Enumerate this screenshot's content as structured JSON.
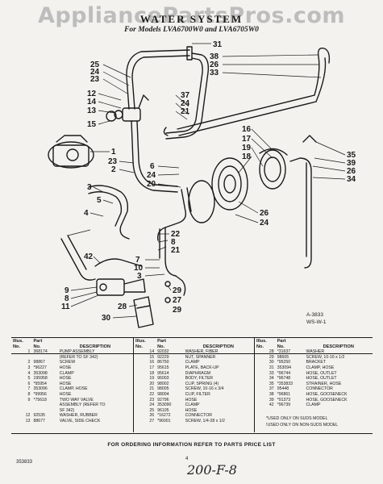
{
  "watermark": "AppliancePartsPros.com",
  "title": "WATER SYSTEM",
  "subtitle": "For Models LVA6700W0 and LVA6705W0",
  "callouts": [
    "31",
    "25",
    "24",
    "23",
    "38",
    "26",
    "33",
    "12",
    "14",
    "13",
    "15",
    "37",
    "24",
    "21",
    "16",
    "17",
    "19",
    "18",
    "1",
    "23",
    "2",
    "3",
    "5",
    "4",
    "35",
    "39",
    "26",
    "34",
    "6",
    "24",
    "20",
    "26",
    "24",
    "22",
    "8",
    "21",
    "7",
    "10",
    "3",
    "42",
    "9",
    "8",
    "11",
    "28",
    "30",
    "29",
    "27",
    "29"
  ],
  "reference": {
    "line1": "A-3833",
    "line2": "WS-W-1"
  },
  "table": {
    "headers": {
      "illus": "Illus.",
      "no": "No.",
      "part": "Part",
      "desc": "DESCRIPTION"
    },
    "col1": [
      {
        "n": "1",
        "p": "368174",
        "d": "PUMP ASSEMBLY"
      },
      {
        "n": "",
        "p": "",
        "d": "(REFER TO SF 342)"
      },
      {
        "n": "2",
        "p": "98867",
        "d": "SCREW"
      },
      {
        "n": "3",
        "p": "*96227",
        "d": "HOSE"
      },
      {
        "n": "4",
        "p": "353098",
        "d": "CLAMP"
      },
      {
        "n": "5",
        "p": "195958",
        "d": "HOSE"
      },
      {
        "n": "6",
        "p": "*95954",
        "d": "HOSE"
      },
      {
        "n": "7",
        "p": "353096",
        "d": "CLAMP, HOSE"
      },
      {
        "n": "8",
        "p": "*99956",
        "d": "HOSE"
      },
      {
        "n": "9",
        "p": "*75618",
        "d": "TWO WAY VALVE"
      },
      {
        "n": "",
        "p": "",
        "d": "ASSEMBLY (REFER TO"
      },
      {
        "n": "",
        "p": "",
        "d": "SF 342)"
      },
      {
        "n": "12",
        "p": "92535",
        "d": "WASHER, RUBBER"
      },
      {
        "n": "13",
        "p": "88677",
        "d": "VALVE, SIDE CHECK"
      }
    ],
    "col2": [
      {
        "n": "14",
        "p": "92032",
        "d": "WASHER, FIBER"
      },
      {
        "n": "15",
        "p": "92229",
        "d": "NUT, SPANNER"
      },
      {
        "n": "16",
        "p": "86750",
        "d": "CLAMP"
      },
      {
        "n": "17",
        "p": "95615",
        "d": "PLATE, BACK-UP"
      },
      {
        "n": "18",
        "p": "95614",
        "d": "DIAPHRAGM"
      },
      {
        "n": "19",
        "p": "96003",
        "d": "BODY, FILTER"
      },
      {
        "n": "20",
        "p": "98002",
        "d": "CLIP, SPRING (4)"
      },
      {
        "n": "21",
        "p": "98005",
        "d": "SCREW, 10-16 x 3/4"
      },
      {
        "n": "22",
        "p": "98004",
        "d": "CLIP, FILTER"
      },
      {
        "n": "23",
        "p": "92796",
        "d": "HOSE"
      },
      {
        "n": "24",
        "p": "353090",
        "d": "CLAMP"
      },
      {
        "n": "25",
        "p": "96105",
        "d": "HOSE"
      },
      {
        "n": "26",
        "p": "*16272",
        "d": "CONNECTOR"
      },
      {
        "n": "27",
        "p": "*96001",
        "d": "SCREW, 1/4-28 x 1/2"
      }
    ],
    "col3": [
      {
        "n": "28",
        "p": "*31637",
        "d": "WASHER"
      },
      {
        "n": "29",
        "p": "98605",
        "d": "SCREW, 10-16 x 1/2"
      },
      {
        "n": "30",
        "p": "*95250",
        "d": "BRACKET"
      },
      {
        "n": "31",
        "p": "353094",
        "d": "CLAMP, HOSE"
      },
      {
        "n": "33",
        "p": "*96744",
        "d": "HOSE, OUTLET"
      },
      {
        "n": "34",
        "p": "*96748",
        "d": "HOSE, OUTLET"
      },
      {
        "n": "35",
        "p": "*353833",
        "d": "STRAINER, HOSE"
      },
      {
        "n": "37",
        "p": "95448",
        "d": "CONNECTOR"
      },
      {
        "n": "38",
        "p": "*96861",
        "d": "HOSE, GOOSENECK"
      },
      {
        "n": "39",
        "p": "*91373",
        "d": "HOSE, GOOSENECK"
      },
      {
        "n": "42",
        "p": "*96739",
        "d": "CLAMP"
      }
    ],
    "notes": [
      "*USED ONLY ON SUDS MODEL",
      "!USED ONLY ON NON-SUDS MODEL"
    ]
  },
  "footer": "FOR ORDERING INFORMATION REFER TO PARTS PRICE LIST",
  "page_code": "353833",
  "page_number": "4",
  "handwritten": "200-F-8"
}
